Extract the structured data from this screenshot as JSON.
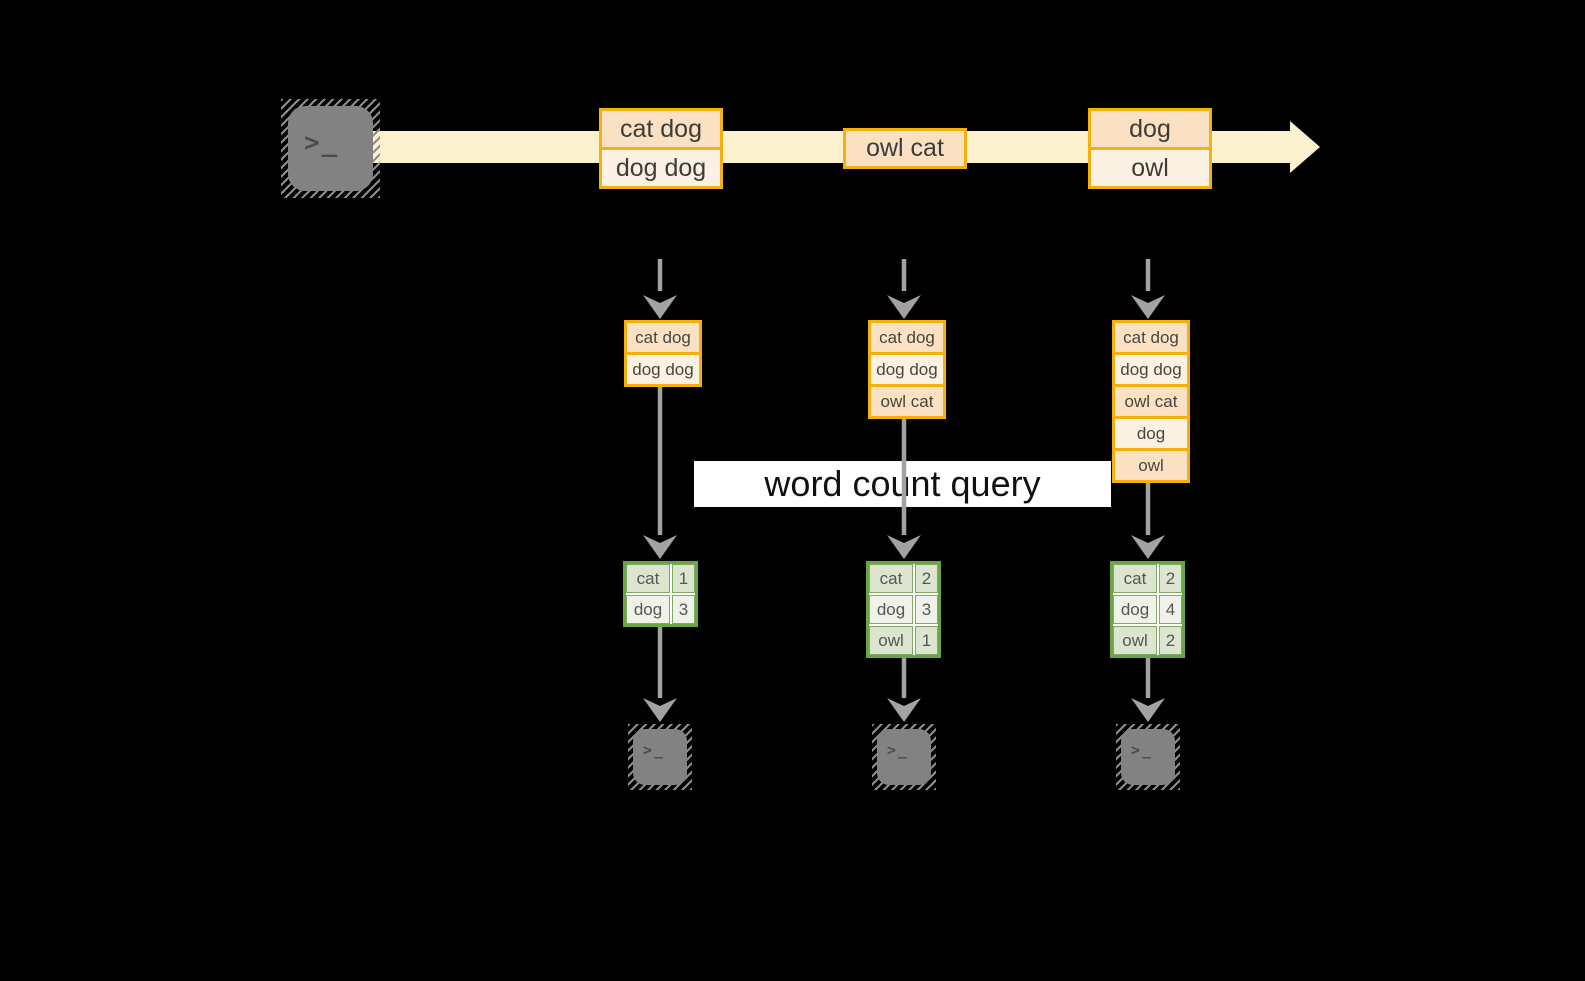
{
  "diagram": {
    "query_label": "word count query",
    "terminal_glyph": ">_",
    "timeline": {
      "events": [
        {
          "lines": [
            "cat dog",
            "dog dog"
          ]
        },
        {
          "lines": [
            "owl cat"
          ]
        },
        {
          "lines": [
            "dog",
            "owl"
          ]
        }
      ]
    },
    "columns": [
      {
        "buffer": [
          "cat dog",
          "dog dog"
        ],
        "counts": [
          {
            "word": "cat",
            "count": "1"
          },
          {
            "word": "dog",
            "count": "3"
          }
        ],
        "terminal_glyph": ">_"
      },
      {
        "buffer": [
          "cat dog",
          "dog dog",
          "owl cat"
        ],
        "counts": [
          {
            "word": "cat",
            "count": "2"
          },
          {
            "word": "dog",
            "count": "3"
          },
          {
            "word": "owl",
            "count": "1"
          }
        ],
        "terminal_glyph": ">_"
      },
      {
        "buffer": [
          "cat dog",
          "dog dog",
          "owl cat",
          "dog",
          "owl"
        ],
        "counts": [
          {
            "word": "cat",
            "count": "2"
          },
          {
            "word": "dog",
            "count": "4"
          },
          {
            "word": "owl",
            "count": "2"
          }
        ],
        "terminal_glyph": ">_"
      }
    ],
    "colors": {
      "background": "#000000",
      "stream_band": "#FBF1CF",
      "box_border": "#F2B10E",
      "box_fill_dark": "#FAE1C4",
      "box_fill_light": "#FCF2E4",
      "table_border": "#6CA545",
      "table_fill_dark": "#DBE5CF",
      "table_fill_light": "#EEF2E9",
      "arrow_gray": "#A2A2A2",
      "terminal_gray": "#828282"
    }
  }
}
